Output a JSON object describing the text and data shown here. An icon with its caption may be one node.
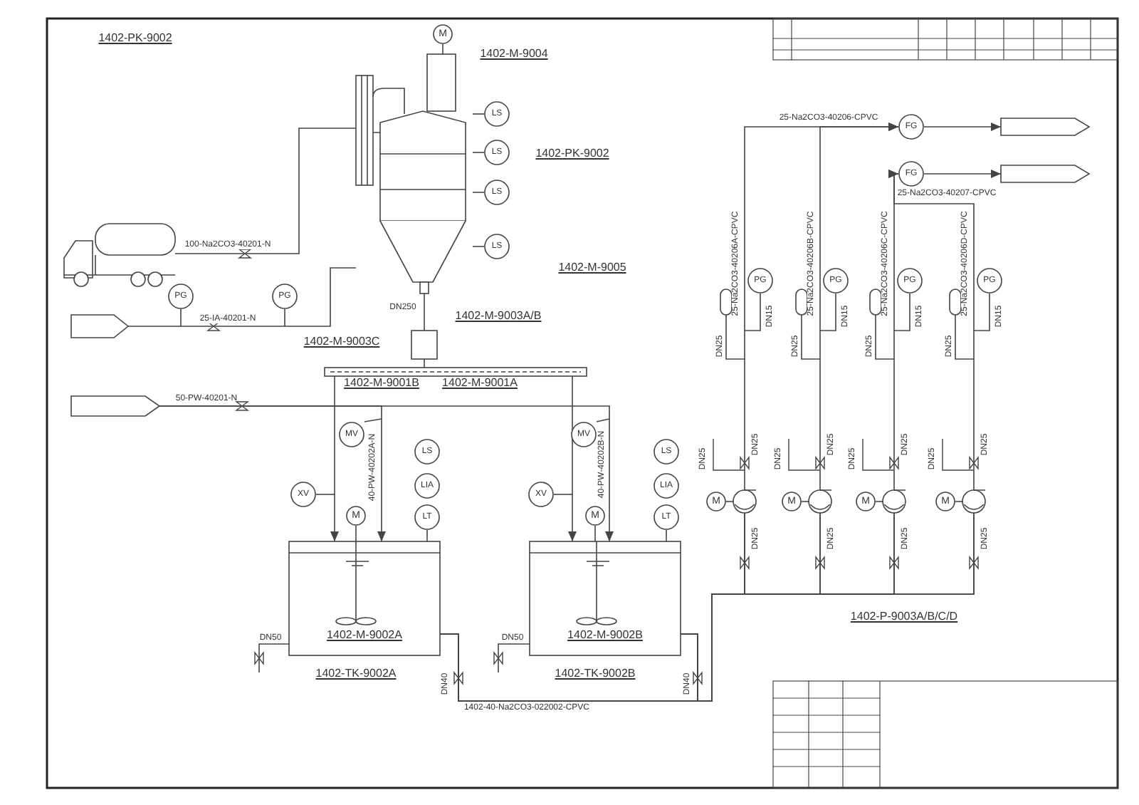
{
  "diagram": {
    "nodes": [
      {
        "text": [],
        "shape": "truck"
      },
      {
        "text": [],
        "shape": "cylinder"
      },
      {
        "text": [],
        "shape": "arrow"
      },
      {
        "text": [],
        "shape": "arrow"
      },
      {
        "text": [],
        "shape": "box",
        "beside": [
          "1402-M-9003A/B"
        ]
      },
      {
        "text": [],
        "shape": "bar",
        "beside": [
          "1402-M-9001B",
          "1402-M-9001A"
        ]
      },
      {
        "text": [
          "1402-M-9002A"
        ],
        "beside": [
          "1402-TK-9002A"
        ]
      },
      {
        "text": [
          "1402-M-9002B"
        ],
        "beside": [
          "1402-TK-9002B"
        ]
      },
      {
        "text": [],
        "shape": "circle"
      },
      {
        "text": [],
        "shape": "circle"
      },
      {
        "text": [],
        "shape": "circle"
      },
      {
        "text": [],
        "shape": "circle"
      },
      {
        "text": [],
        "shape": "arrow"
      },
      {
        "text": [],
        "shape": "arrow"
      },
      {
        "text": [
          "LS"
        ]
      },
      {
        "text": [
          "LS"
        ]
      },
      {
        "text": [
          "LS"
        ]
      },
      {
        "text": [
          "LS"
        ]
      },
      {
        "text": [
          "PG"
        ]
      },
      {
        "text": [
          "PG"
        ]
      },
      {
        "text": [
          "MV"
        ]
      },
      {
        "text": [
          "LS"
        ]
      },
      {
        "text": [
          "LIA"
        ]
      },
      {
        "text": [
          "LT"
        ]
      },
      {
        "text": [
          "XV"
        ]
      },
      {
        "text": [
          "MV"
        ]
      },
      {
        "text": [
          "LS"
        ]
      },
      {
        "text": [
          "LIA"
        ]
      },
      {
        "text": [
          "LT"
        ]
      },
      {
        "text": [
          "XV"
        ]
      },
      {
        "text": [
          "FG"
        ]
      },
      {
        "text": [
          "FG"
        ]
      },
      {
        "text": [
          "PG"
        ]
      },
      {
        "text": [
          "PG"
        ]
      },
      {
        "text": [
          "PG"
        ]
      },
      {
        "text": [
          "PG"
        ]
      },
      {
        "text": [
          "M"
        ]
      },
      {
        "text": [
          "M"
        ]
      },
      {
        "text": [
          "M"
        ]
      },
      {
        "text": [
          "M"
        ]
      },
      {
        "text": [
          "M"
        ]
      },
      {
        "text": [
          "M"
        ]
      },
      {
        "text": [
          "M"
        ]
      },
      {
        "text": [],
        "shape": "capsule"
      },
      {
        "text": [],
        "shape": "capsule"
      },
      {
        "text": [],
        "shape": "capsule"
      },
      {
        "text": [],
        "shape": "capsule"
      }
    ],
    "edges": [
      {
        "from": 0,
        "to": 1,
        "arrow": "none",
        "label": "100-Na2CO3-40201-N"
      },
      {
        "from": 2,
        "to": 1,
        "arrow": "none",
        "label": "25-IA-40201-N"
      },
      {
        "from": 1,
        "to": 4,
        "arrow": "none"
      },
      {
        "from": 4,
        "to": 5,
        "arrow": "none"
      },
      {
        "from": 5,
        "to": 6,
        "arrow": "to"
      },
      {
        "from": 5,
        "to": 7,
        "arrow": "to"
      },
      {
        "from": 3,
        "to": 6,
        "arrow": "to",
        "label": "40-PW-40202A-N"
      },
      {
        "from": 3,
        "to": 7,
        "arrow": "to",
        "label": "40-PW-40202B-N"
      },
      {
        "from": 6,
        "to": 8,
        "arrow": "none",
        "label": "1402-40-Na2CO3-022002-CPVC"
      },
      {
        "from": 6,
        "to": 9,
        "arrow": "none"
      },
      {
        "from": 6,
        "to": 10,
        "arrow": "none"
      },
      {
        "from": 6,
        "to": 11,
        "arrow": "none"
      },
      {
        "from": 7,
        "to": 8,
        "arrow": "none"
      },
      {
        "from": 7,
        "to": 9,
        "arrow": "none"
      },
      {
        "from": 7,
        "to": 10,
        "arrow": "none"
      },
      {
        "from": 7,
        "to": 11,
        "arrow": "none"
      },
      {
        "from": 8,
        "to": 30,
        "arrow": "to",
        "label": "25-Na2CO3-40206A-CPVC"
      },
      {
        "from": 9,
        "to": 30,
        "arrow": "to",
        "label": "25-Na2CO3-40206B-CPVC"
      },
      {
        "from": 10,
        "to": 31,
        "arrow": "to",
        "label": "25-Na2CO3-40206C-CPVC"
      },
      {
        "from": 11,
        "to": 31,
        "arrow": "to",
        "label": "25-Na2CO3-40206D-CPVC"
      },
      {
        "from": 39,
        "to": 8,
        "arrow": "none"
      },
      {
        "from": 40,
        "to": 9,
        "arrow": "none"
      },
      {
        "from": 41,
        "to": 10,
        "arrow": "none"
      },
      {
        "from": 42,
        "to": 11,
        "arrow": "none"
      },
      {
        "from": 36,
        "to": 1,
        "arrow": "none"
      },
      {
        "from": 37,
        "to": 6,
        "arrow": "none"
      },
      {
        "from": 38,
        "to": 7,
        "arrow": "none"
      },
      {
        "from": 14,
        "to": 1,
        "arrow": "none"
      },
      {
        "from": 15,
        "to": 1,
        "arrow": "none"
      },
      {
        "from": 16,
        "to": 1,
        "arrow": "none"
      },
      {
        "from": 17,
        "to": 1,
        "arrow": "none"
      },
      {
        "from": 23,
        "to": 6,
        "arrow": "none"
      },
      {
        "from": 28,
        "to": 7,
        "arrow": "none"
      },
      {
        "from": 30,
        "to": 12,
        "arrow": "to"
      },
      {
        "from": 31,
        "to": 13,
        "arrow": "to"
      },
      {
        "from": 18,
        "to": null,
        "arrow": "none"
      },
      {
        "from": 19,
        "to": null,
        "arrow": "none"
      },
      {
        "from": 20,
        "to": null,
        "arrow": "none"
      },
      {
        "from": 24,
        "to": null,
        "arrow": "none"
      },
      {
        "from": 25,
        "to": null,
        "arrow": "none"
      },
      {
        "from": 29,
        "to": null,
        "arrow": "none"
      },
      {
        "from": 32,
        "to": null,
        "arrow": "none"
      },
      {
        "from": 33,
        "to": null,
        "arrow": "none"
      },
      {
        "from": 34,
        "to": null,
        "arrow": "none"
      },
      {
        "from": 35,
        "to": null,
        "arrow": "none"
      },
      {
        "from": 43,
        "to": null,
        "arrow": "none"
      },
      {
        "from": 44,
        "to": null,
        "arrow": "none"
      },
      {
        "from": 45,
        "to": null,
        "arrow": "none"
      },
      {
        "from": 46,
        "to": null,
        "arrow": "none"
      },
      {
        "from": 6,
        "to": null,
        "arrow": "none"
      },
      {
        "from": 7,
        "to": null,
        "arrow": "none"
      }
    ],
    "labels": [
      "1402-PK-9002",
      "1402-PK-9002",
      "1402-M-9004",
      "1402-M-9005",
      "1402-M-9003C",
      "DN250",
      "50-PW-40201-N",
      "DN50",
      "DN50",
      "DN40",
      "DN40",
      "1402-P-9003A/B/C/D",
      "25-Na2CO3-40206-CPVC",
      "25-Na2CO3-40207-CPVC",
      "DN15",
      "DN25",
      "DN25",
      "DN25",
      "DN25",
      "DN15",
      "DN25",
      "DN25",
      "DN25",
      "DN25",
      "DN15",
      "DN25",
      "DN25",
      "DN25",
      "DN25",
      "DN15",
      "DN25",
      "DN25",
      "DN25",
      "DN25"
    ]
  }
}
